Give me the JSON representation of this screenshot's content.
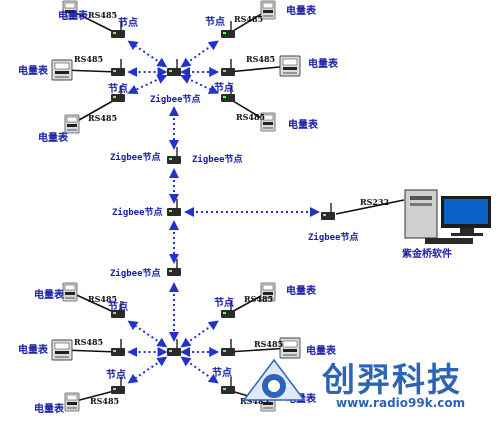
{
  "labels": {
    "meter": "电量表",
    "rs485": "RS485",
    "node": "节点",
    "zigbee_node": "Zigbee节点",
    "rs232": "RS232",
    "software": "紫金桥软件"
  },
  "brand": {
    "name": "创羿科技",
    "url": "www.radio99k.com"
  },
  "colors": {
    "arrow": "#2233cc",
    "label": "#1a1fa8",
    "brand": "#2d63b8"
  }
}
